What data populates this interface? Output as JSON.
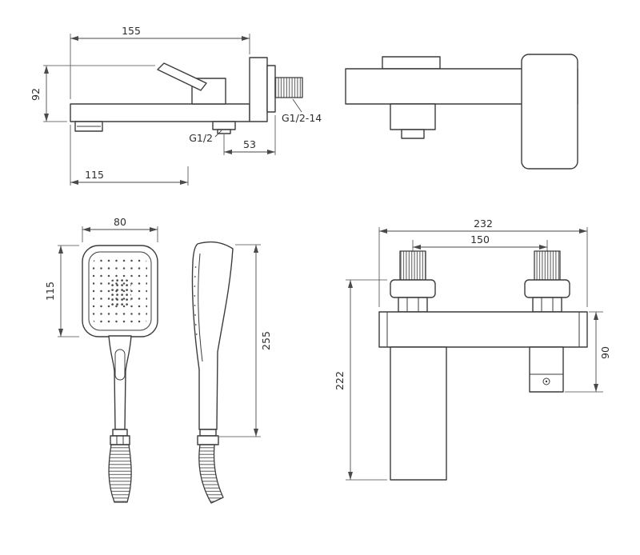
{
  "page": {
    "background": "#ffffff",
    "line_color": "#3c3c3c",
    "text_color": "#2e2e2e"
  },
  "views": {
    "mixer_side": {
      "dims": {
        "spout_length": "155",
        "body_height": "92",
        "inlet_thread": "G1/2-14",
        "outlet_thread": "G1/2",
        "outlet_to_wall": "53",
        "spout_reach": "115"
      }
    },
    "handshower": {
      "dims": {
        "head_width": "80",
        "head_height": "115",
        "total_length": "255"
      }
    },
    "shower_mixer": {
      "dims": {
        "overall_width": "232",
        "connection_centers": "150",
        "overall_height": "222",
        "outlet_height": "90"
      }
    }
  }
}
